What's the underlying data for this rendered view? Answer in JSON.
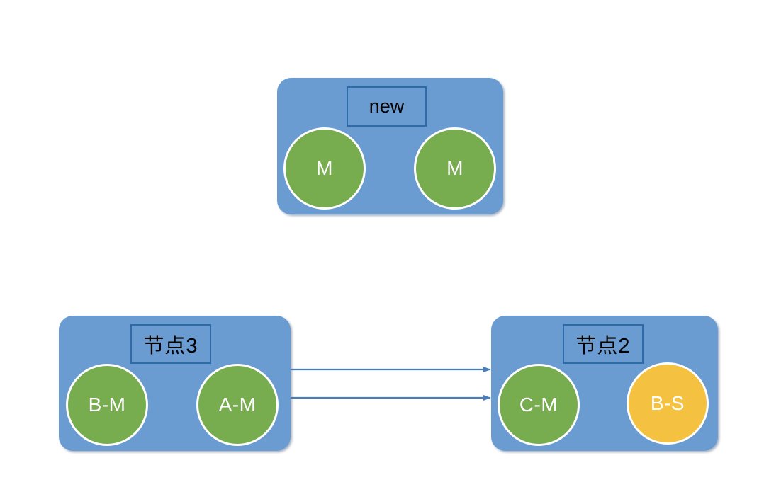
{
  "diagram": {
    "title": "",
    "background": "#ffffff",
    "palette": {
      "panel_blue": "#6A9BD1",
      "circle_green": "#77AC4F",
      "circle_orange": "#F4C141",
      "border_dark_blue": "#2E6CA8",
      "arrow_blue": "#4A7EBB",
      "circle_border": "#ffffff",
      "label_text": "#000000",
      "circle_text": "#ffffff"
    },
    "panels": [
      {
        "id": "new",
        "title": "new",
        "title_script": "latin",
        "circles": [
          {
            "id": "new-left",
            "label": "M",
            "color": "green"
          },
          {
            "id": "new-right",
            "label": "M",
            "color": "green"
          }
        ]
      },
      {
        "id": "node3",
        "title": "节点3",
        "title_script": "cjk",
        "circles": [
          {
            "id": "node3-bm",
            "label": "B-M",
            "color": "green"
          },
          {
            "id": "node3-am",
            "label": "A-M",
            "color": "green"
          }
        ]
      },
      {
        "id": "node2",
        "title": "节点2",
        "title_script": "cjk",
        "circles": [
          {
            "id": "node2-cm",
            "label": "C-M",
            "color": "green"
          },
          {
            "id": "node2-bs",
            "label": "B-S",
            "color": "orange"
          }
        ]
      }
    ],
    "connectors": [
      {
        "id": "link-upper",
        "from": "node3",
        "to": "node2",
        "style": "double-arrow",
        "label": ""
      },
      {
        "id": "link-lower",
        "from": "node3",
        "to": "node2",
        "style": "double-arrow",
        "label": ""
      }
    ]
  }
}
